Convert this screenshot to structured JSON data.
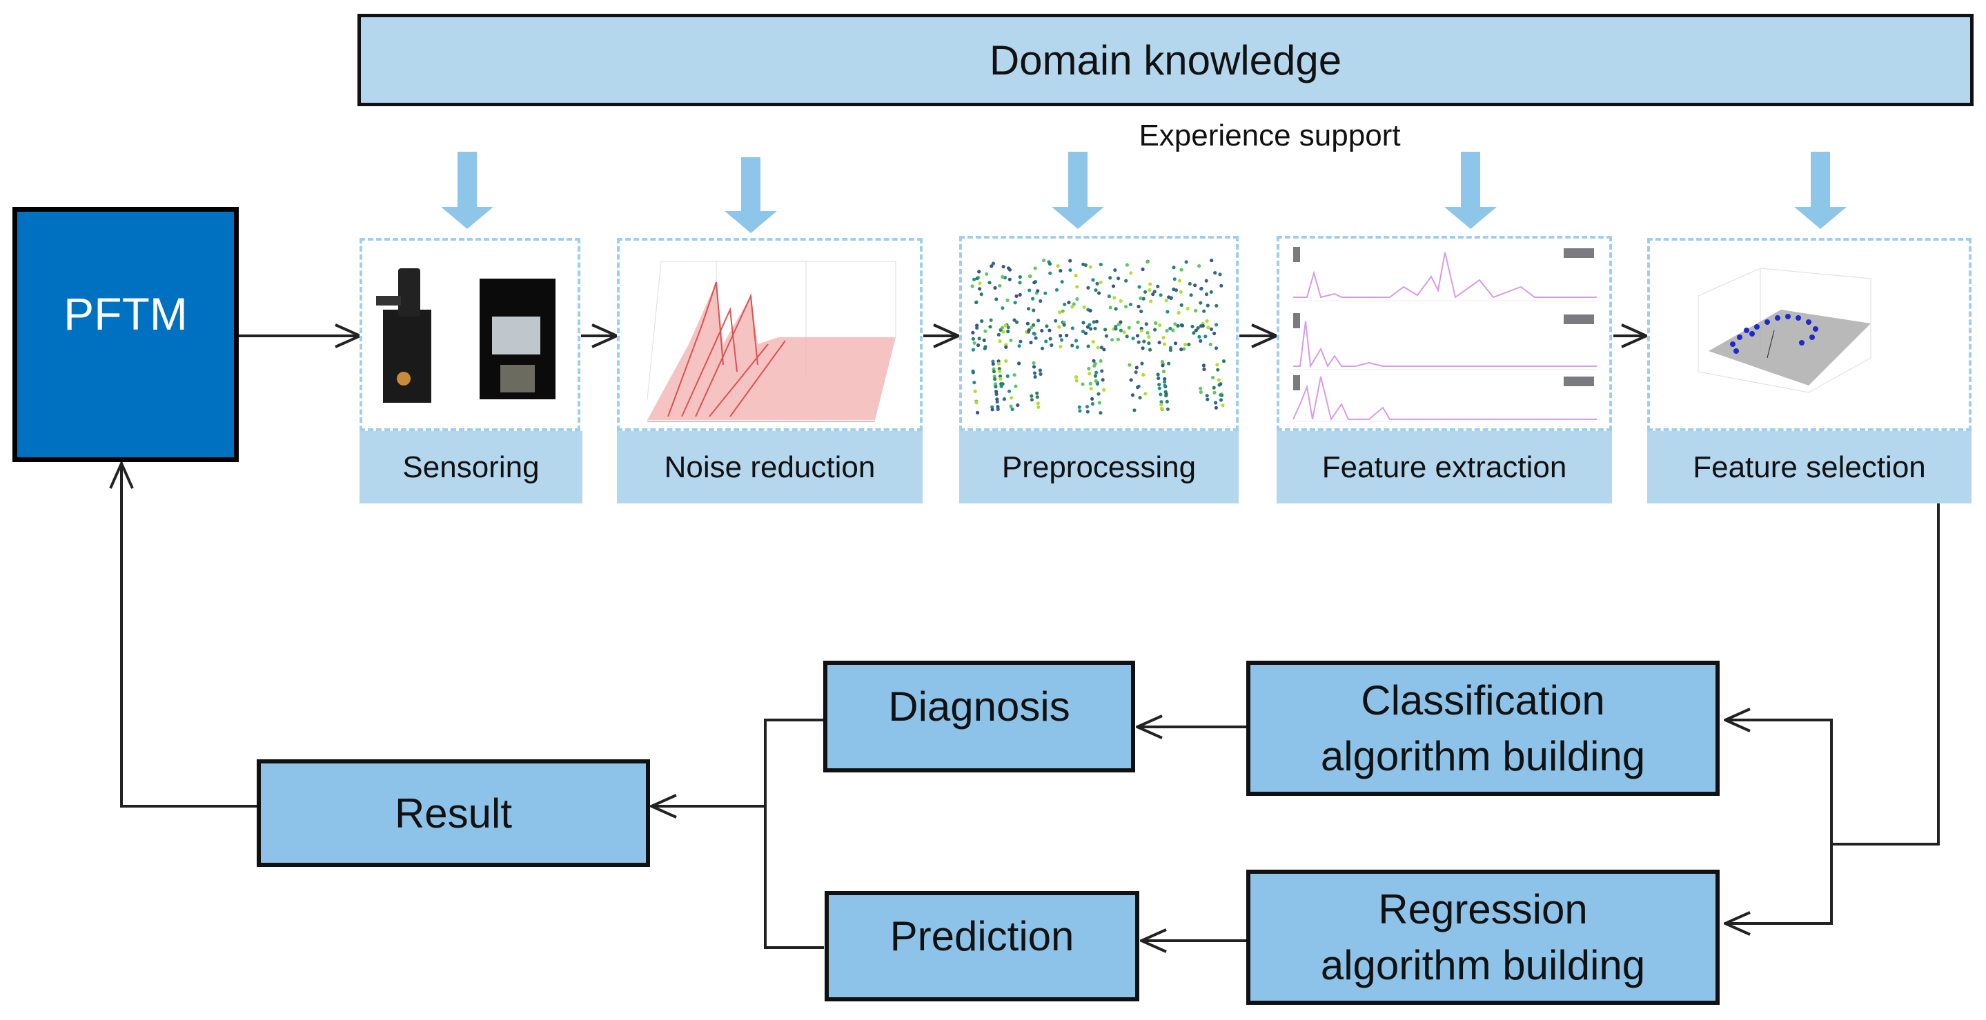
{
  "diagram": {
    "domain_knowledge": "Domain knowledge",
    "experience_support": "Experience support",
    "source": "PFTM",
    "stages": [
      {
        "label": "Sensoring",
        "thumbnail": "sensor-photo"
      },
      {
        "label": "Noise reduction",
        "thumbnail": "3d-spectrum-plot"
      },
      {
        "label": "Preprocessing",
        "thumbnail": "scatter-cloud"
      },
      {
        "label": "Feature extraction",
        "thumbnail": "three-line-spectra"
      },
      {
        "label": "Feature selection",
        "thumbnail": "3d-scatter-plane"
      }
    ],
    "models": {
      "classification": [
        "Classification",
        "algorithm building"
      ],
      "regression": [
        "Regression",
        "algorithm building"
      ]
    },
    "outputs": {
      "diagnosis": "Diagnosis",
      "prediction": "Prediction",
      "result": "Result"
    },
    "colors": {
      "pftm": "#0070C0",
      "light_blue": "#B4D7EE",
      "box_blue": "#8DC3E8",
      "arrow_blue": "#8EC6EA",
      "dashed": "#9DD0F0"
    }
  }
}
